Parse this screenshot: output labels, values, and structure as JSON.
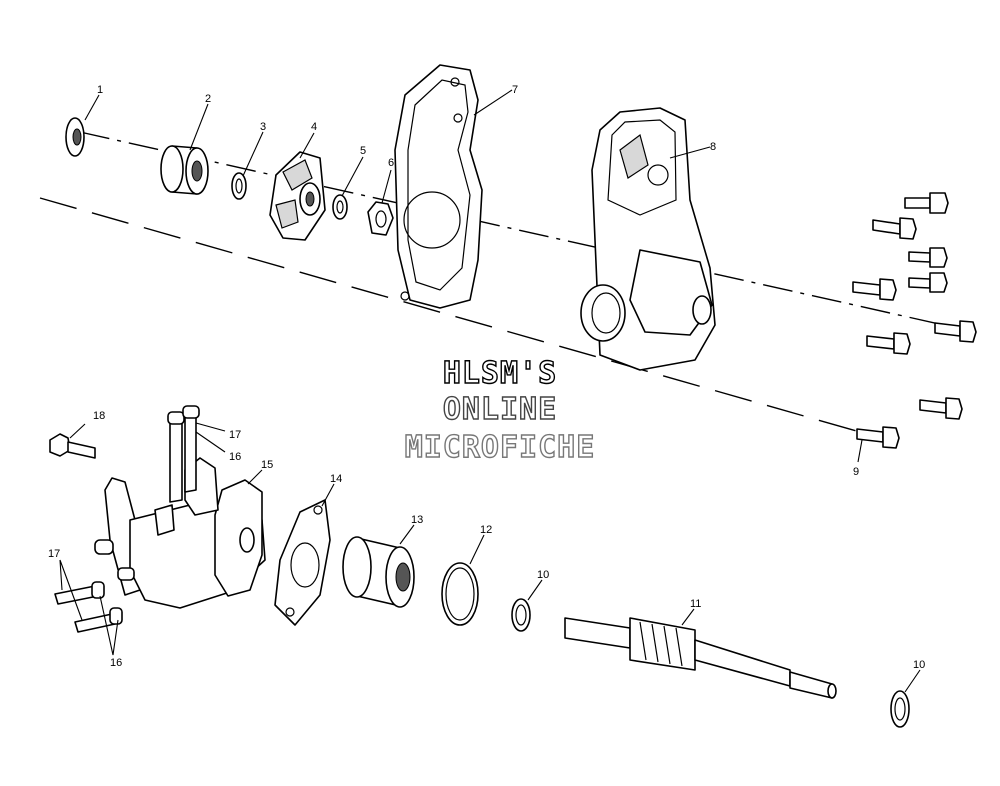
{
  "watermark": {
    "line1": "HLSM'S",
    "line2": "ONLINE",
    "line3": "MICROFICHE",
    "colors": [
      "#000000",
      "#444444",
      "#777777"
    ]
  },
  "callouts": {
    "c1": "1",
    "c2": "2",
    "c3": "3",
    "c4": "4",
    "c5": "5",
    "c6": "6",
    "c7": "7",
    "c8": "8",
    "c9": "9",
    "c10a": "10",
    "c10b": "10",
    "c11": "11",
    "c12": "12",
    "c13": "13",
    "c14": "14",
    "c15": "15",
    "c16a": "16",
    "c16b": "16",
    "c17a": "17",
    "c17b": "17",
    "c18": "18"
  }
}
